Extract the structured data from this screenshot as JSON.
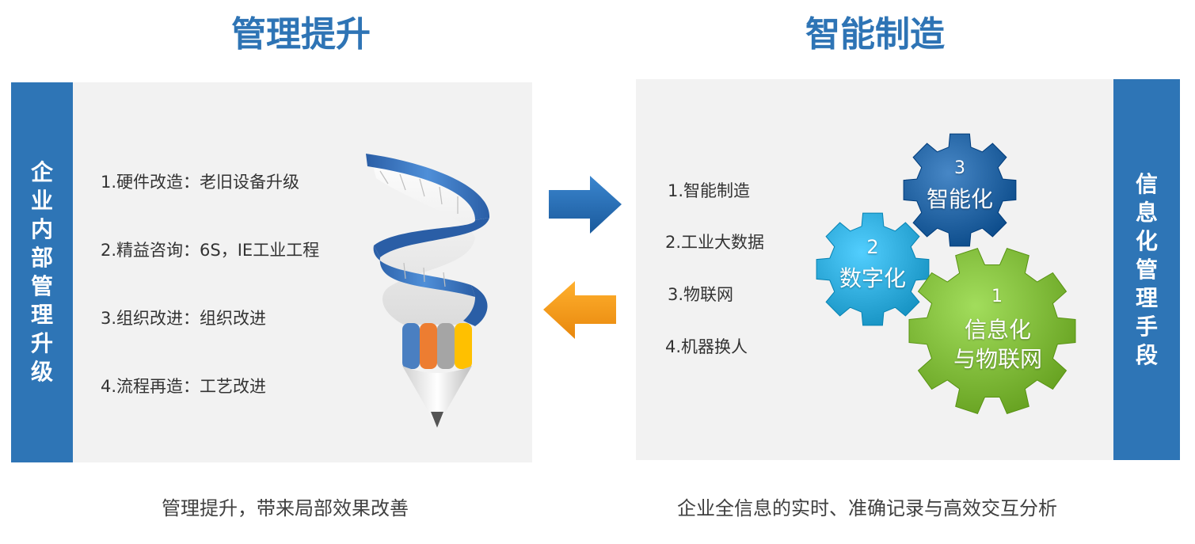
{
  "left": {
    "heading": "管理提升",
    "side_label": "企业内部管理升级",
    "items": [
      "1.硬件改造：老旧设备升级",
      "2.精益咨询：6S，IE工业工程",
      "3.组织改进：组织改进",
      "4.流程再造：工艺改进"
    ],
    "caption": "管理提升，带来局部效果改善"
  },
  "right": {
    "heading": "智能制造",
    "side_label": "信息化管理手段",
    "items": [
      "1.智能制造",
      "2.工业大数据",
      "3.物联网",
      "4.机器换人"
    ],
    "caption": "企业全信息的实时、准确记录与高效交互分析",
    "gears": [
      {
        "number": "3",
        "label": "智能化",
        "color": "#1f5f9e"
      },
      {
        "number": "2",
        "label": "数字化",
        "color": "#2aa6d6"
      },
      {
        "number": "1",
        "label": "信息化",
        "label2": "与物联网",
        "color": "#7ab534"
      }
    ]
  },
  "colors": {
    "heading": "#2e74b5",
    "bar": "#2e75b6",
    "arrow_right": "#1f6fb5",
    "arrow_left": "#f39c12",
    "pencil_stripes": [
      "#4a7fc1",
      "#ed7d31",
      "#a5a5a5",
      "#ffc000"
    ]
  }
}
